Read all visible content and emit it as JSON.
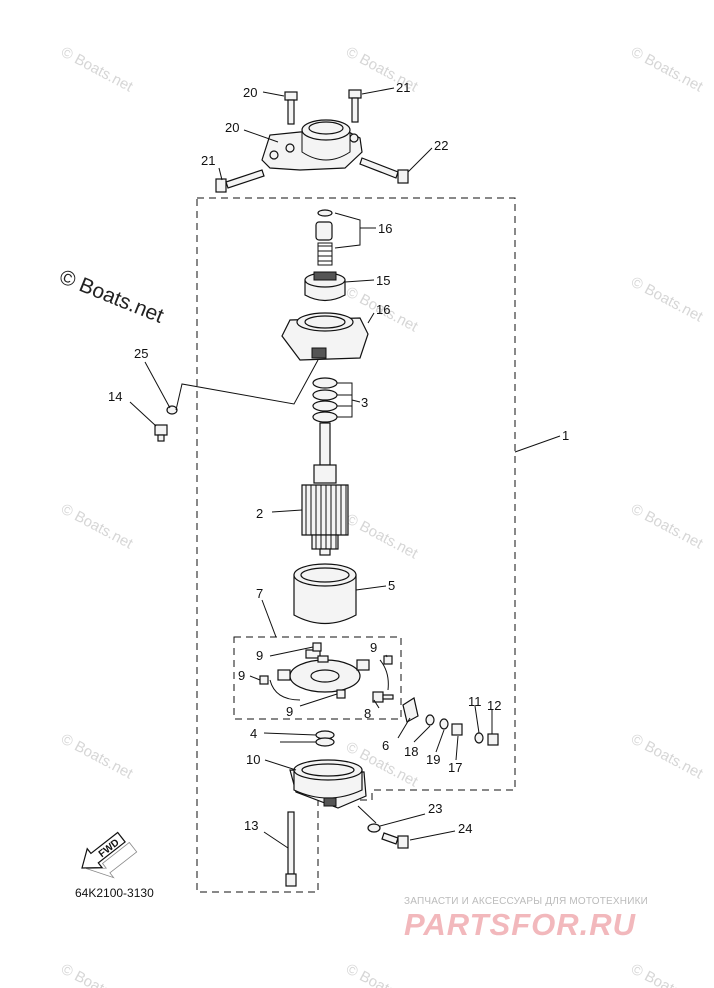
{
  "watermark": "© Boats.net",
  "code": "64K2100-3130",
  "fwd_label": "FWD",
  "shop_tagline": "ЗАПЧАСТИ И АКСЕССУАРЫ ДЛЯ МОТОТЕХНИКИ",
  "shop_logo": "PARTSFOR.RU",
  "callouts": [
    {
      "id": "c1",
      "text": "1"
    },
    {
      "id": "c2",
      "text": "2"
    },
    {
      "id": "c3",
      "text": "3"
    },
    {
      "id": "c4",
      "text": "4"
    },
    {
      "id": "c5",
      "text": "5"
    },
    {
      "id": "c6",
      "text": "6"
    },
    {
      "id": "c7",
      "text": "7"
    },
    {
      "id": "c8",
      "text": "8"
    },
    {
      "id": "c9a",
      "text": "9"
    },
    {
      "id": "c9b",
      "text": "9"
    },
    {
      "id": "c9c",
      "text": "9"
    },
    {
      "id": "c9d",
      "text": "9"
    },
    {
      "id": "c10",
      "text": "10"
    },
    {
      "id": "c11",
      "text": "11"
    },
    {
      "id": "c12",
      "text": "12"
    },
    {
      "id": "c13",
      "text": "13"
    },
    {
      "id": "c14",
      "text": "14"
    },
    {
      "id": "c15",
      "text": "15"
    },
    {
      "id": "c16a",
      "text": "16"
    },
    {
      "id": "c16b",
      "text": "16"
    },
    {
      "id": "c17",
      "text": "17"
    },
    {
      "id": "c18",
      "text": "18"
    },
    {
      "id": "c19",
      "text": "19"
    },
    {
      "id": "c20a",
      "text": "20"
    },
    {
      "id": "c20b",
      "text": "20"
    },
    {
      "id": "c21a",
      "text": "21"
    },
    {
      "id": "c21b",
      "text": "21"
    },
    {
      "id": "c22",
      "text": "22"
    },
    {
      "id": "c23",
      "text": "23"
    },
    {
      "id": "c24",
      "text": "24"
    },
    {
      "id": "c25",
      "text": "25"
    }
  ]
}
